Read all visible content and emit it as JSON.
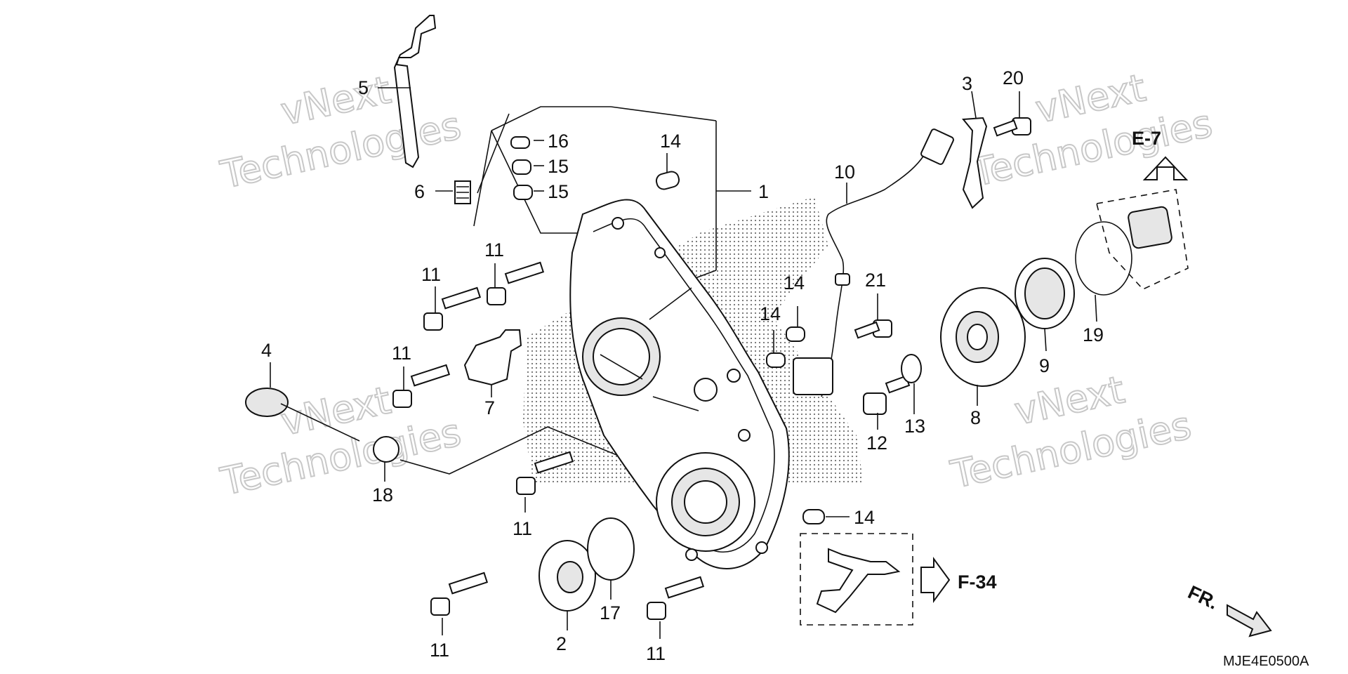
{
  "watermark": {
    "line1": "vNext",
    "line2": "Technologies"
  },
  "callouts": {
    "c1": "1",
    "c2": "2",
    "c3": "3",
    "c4": "4",
    "c5": "5",
    "c6": "6",
    "c7": "7",
    "c8": "8",
    "c9": "9",
    "c10": "10",
    "c11": "11",
    "c12": "12",
    "c13": "13",
    "c14": "14",
    "c15": "15",
    "c16": "16",
    "c17": "17",
    "c18": "18",
    "c19": "19",
    "c20": "20",
    "c21": "21"
  },
  "references": {
    "e7": "E-7",
    "f34": "F-34",
    "front": "FR."
  },
  "diagram_code": "MJE4E0500A"
}
